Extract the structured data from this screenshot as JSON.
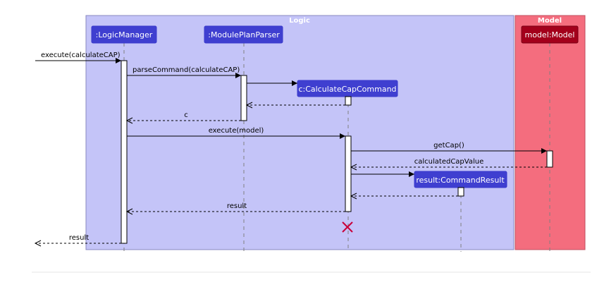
{
  "frames": {
    "logic": {
      "title": "Logic",
      "color": "#c4c4f8"
    },
    "model": {
      "title": "Model",
      "color": "#f46d7e"
    }
  },
  "participants": {
    "logic_manager": {
      "label": ":LogicManager",
      "color": "#3f3fd0"
    },
    "parser": {
      "label": ":ModulePlanParser",
      "color": "#3f3fd0"
    },
    "calc_command": {
      "label": "c:CalculateCapCommand",
      "color": "#3f3fd0"
    },
    "command_result": {
      "label": "result:CommandResult",
      "color": "#3f3fd0"
    },
    "model": {
      "label": "model:Model",
      "color": "#a3001b"
    }
  },
  "messages": {
    "m1": "execute(calculateCAP)",
    "m2": "parseCommand(calculateCAP)",
    "m3": "",
    "m4": "",
    "m5": "c",
    "m6": "execute(model)",
    "m7": "getCap()",
    "m8": "calculatedCapValue",
    "m9": "",
    "m10": "",
    "m11": "result",
    "m12": "result"
  },
  "destroy_marker_color": "#c8003a"
}
